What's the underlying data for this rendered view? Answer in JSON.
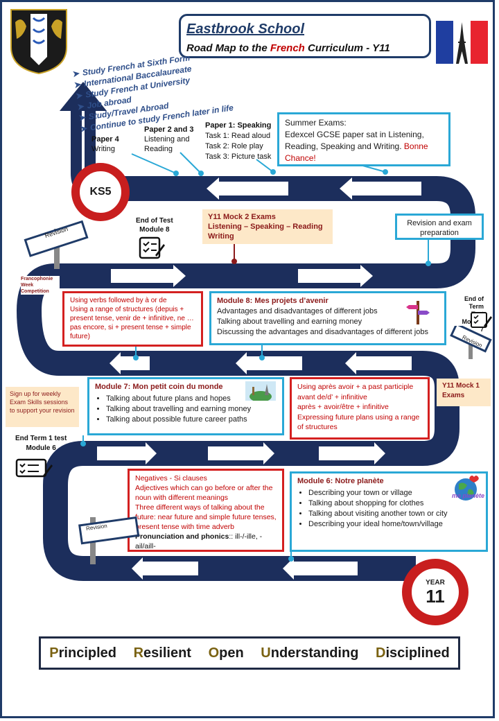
{
  "header": {
    "school": "Eastbrook School",
    "subtitle_pre": "Road Map to the ",
    "subtitle_subject": "French",
    "subtitle_post": " Curriculum -  Y11"
  },
  "pathways": [
    "Study French at Sixth Form",
    "International Baccalaureate",
    "Study French at University",
    "Job abroad",
    "Study/Travel Abroad",
    "Continue to study French later in life"
  ],
  "exam_papers": {
    "paper4_title": "Paper 4",
    "paper4_text": "Writing",
    "paper23_title": "Paper 2 and 3",
    "paper23_text1": "Listening and",
    "paper23_text2": "Reading",
    "paper1_title": "Paper 1:  Speaking",
    "paper1_tasks": [
      "Task 1: Read aloud",
      "Task 2: Role play",
      "Task 3: Picture task"
    ]
  },
  "summer_exams": {
    "title": "Summer Exams:",
    "text": " Edexcel GCSE paper sat in Listening, Reading, Speaking and Writing.",
    "good_luck": " Bonne Chance!"
  },
  "ks5_label": "KS5",
  "year11": {
    "line1": "YEAR",
    "line2": "11"
  },
  "revision_label": "Revision",
  "end_of_test_m8": {
    "line1": "End of Test",
    "line2": "Module 8"
  },
  "mock2": {
    "line1": "Y11 Mock 2 Exams",
    "line2": "Listening – Speaking – Reading",
    "line3": "Writing"
  },
  "revision_exam_prep": "Revision and exam preparation",
  "francophonie": "Francophonie Week Competition",
  "grammar_m8": {
    "lines": [
      "Using verbs followed by à or de",
      "Using a range of structures (depuis + present tense, venir de + infinitive, ne … pas encore, si + present tense + simple future)"
    ]
  },
  "module8": {
    "title": "Module 8: Mes projets d’avenir",
    "lines": [
      "Advantages and disadvantages of different jobs",
      "Talking about travelling and earning money",
      "Discussing the advantages and disadvantages of different jobs"
    ]
  },
  "end_of_term_m7": {
    "line1": "End of Term",
    "line2": "Test  Module",
    "line3": "7"
  },
  "signup": "Sign up for weekly Exam Skills  sessions to  support your revision",
  "module7": {
    "title": "Module 7: Mon petit coin du monde",
    "bullets": [
      "Talking about future plans and hopes",
      "Talking about travelling and earning money",
      "Talking about possible future career paths"
    ]
  },
  "grammar_m7": {
    "lines": [
      "Using après avoir + a past participle",
      "avant de/d’ + infinitive",
      "après + avoir/être + infinitive",
      "Expressing future plans using a range of structures"
    ]
  },
  "mock1": {
    "line1": "Y11 Mock 1",
    "line2": "Exams"
  },
  "end_term1": {
    "line1": "End  Term 1 test",
    "line2": "Module 6"
  },
  "grammar_m6": {
    "lines": [
      "Negatives - Si clauses",
      "Adjectives which can go before or after the noun with different meanings",
      "Three different ways of talking about the future: near future and simple future tenses, present tense with time adverb"
    ],
    "phonics_label": "Pronunciation and phonics",
    "phonics_text": ":: ill-/-ille, -ail/aill-"
  },
  "module6": {
    "title": "Module 6: Notre planète",
    "bullets": [
      "Describing your town or village",
      "Talking about shopping for clothes",
      "Talking about visiting another town or city",
      " Describing your ideal home/town/village"
    ],
    "image_text": "ma planète"
  },
  "values": [
    {
      "first": "P",
      "rest": "rincipled"
    },
    {
      "first": "R",
      "rest": "esilient"
    },
    {
      "first": "O",
      "rest": "pen"
    },
    {
      "first": "U",
      "rest": "nderstanding"
    },
    {
      "first": "D",
      "rest": "isciplined"
    }
  ],
  "colors": {
    "road": "#1c2e5c",
    "accent_red": "#c81e1e",
    "cyan": "#2aa8d6",
    "navy": "#1f3b68"
  }
}
